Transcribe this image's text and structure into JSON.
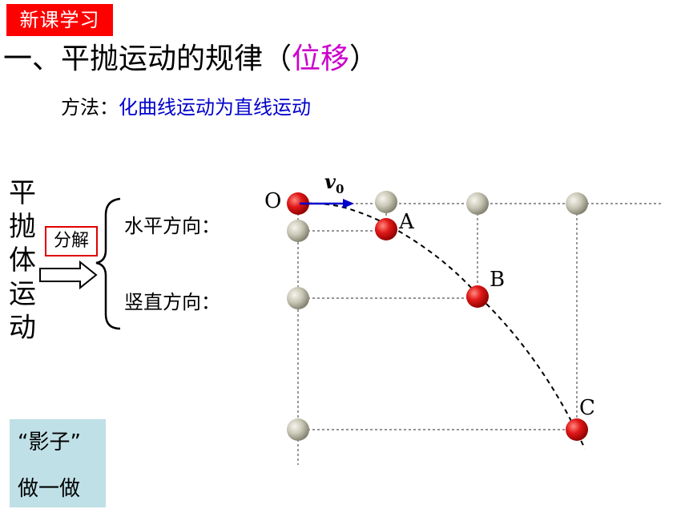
{
  "header": {
    "tag": "新课学习",
    "title_prefix": "一、平抛运动的规律（",
    "title_highlight": "位移",
    "title_suffix": "）"
  },
  "method": {
    "label": "方法：",
    "text": "化曲线运动为直线运动"
  },
  "left": {
    "vertical_chars": [
      "平",
      "抛",
      "体",
      "运",
      "动"
    ],
    "decompose_label": "分解",
    "horizontal_label": "水平方向：",
    "vertical_label": "竖直方向："
  },
  "diagram": {
    "origin_label": "O",
    "velocity_label": "v",
    "velocity_sub": "0",
    "point_a": "A",
    "point_b": "B",
    "point_c": "C",
    "colors": {
      "red_ball": "#e01818",
      "gray_ball": "#c8c6b4",
      "arrow": "#0000cc"
    }
  },
  "shadow_box": {
    "line1": "“影子”",
    "line2": "做一做",
    "color": "#bfe0e6"
  }
}
